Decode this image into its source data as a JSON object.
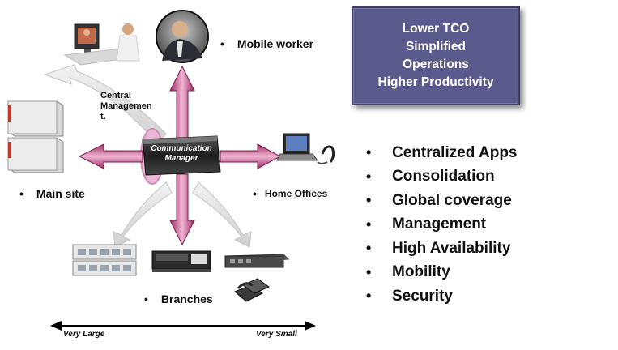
{
  "benefits": {
    "lines": [
      "Lower TCO",
      "Simplified",
      "Operations",
      "Higher Productivity"
    ]
  },
  "features": [
    "Centralized Apps",
    "Consolidation",
    "Global coverage",
    "Management",
    "High Availability",
    "Mobility",
    "Security"
  ],
  "hub": {
    "line1": "Communication",
    "line2": "Manager"
  },
  "nodes": {
    "mobile_worker": "Mobile worker",
    "central_management_line1": "Central",
    "central_management_line2": "Managemen",
    "central_management_line3": "t.",
    "main_site": "Main site",
    "home_offices": "Home Offices",
    "branches": "Branches"
  },
  "scale": {
    "left": "Very Large",
    "right": "Very Small"
  },
  "bullet": "•",
  "colors": {
    "box_fill": "#5a5a8c",
    "arrow_magenta": "#b0306e",
    "arrow_pink": "#e7a6c8",
    "hub_dark": "#2a2a2a"
  }
}
